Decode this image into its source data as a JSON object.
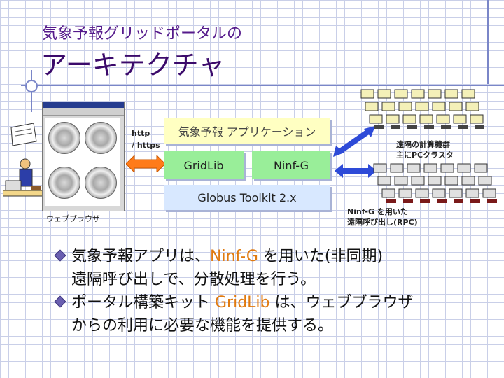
{
  "header": {
    "subtitle": "気象予報グリッドポータルの",
    "title": "アーキテクチャ"
  },
  "diagram": {
    "app_label": "気象予報 アプリケーション",
    "gridlib_label": "GridLib",
    "ninfg_label": "Ninf-G",
    "globus_label": "Globus Toolkit 2.x",
    "http_label": "http",
    "https_label": "/ https",
    "browser_label": "ウェブブラウザ",
    "remote_label_1": "遠隔の計算機群",
    "remote_label_2": "主にPCクラスタ",
    "rpc_label_1": "Ninf-G を用いた",
    "rpc_label_2": "遠隔呼び出し(RPC)"
  },
  "bullets": [
    {
      "part1": "気象予報アプリは、",
      "highlight": "Ninf-G",
      "part2": " を用いた(非同期)",
      "line2": "遠隔呼び出しで、分散処理を行う。"
    },
    {
      "part1": "ポータル構築キット ",
      "highlight": "GridLib",
      "part2": " は、ウェブブラウザ",
      "line2": "からの利用に必要な機能を提供する。"
    }
  ],
  "colors": {
    "title": "#3b0a6b",
    "highlight": "#e07a10",
    "arrow_orange": "#ff7b1a",
    "arrow_blue": "#2e4bd8"
  }
}
